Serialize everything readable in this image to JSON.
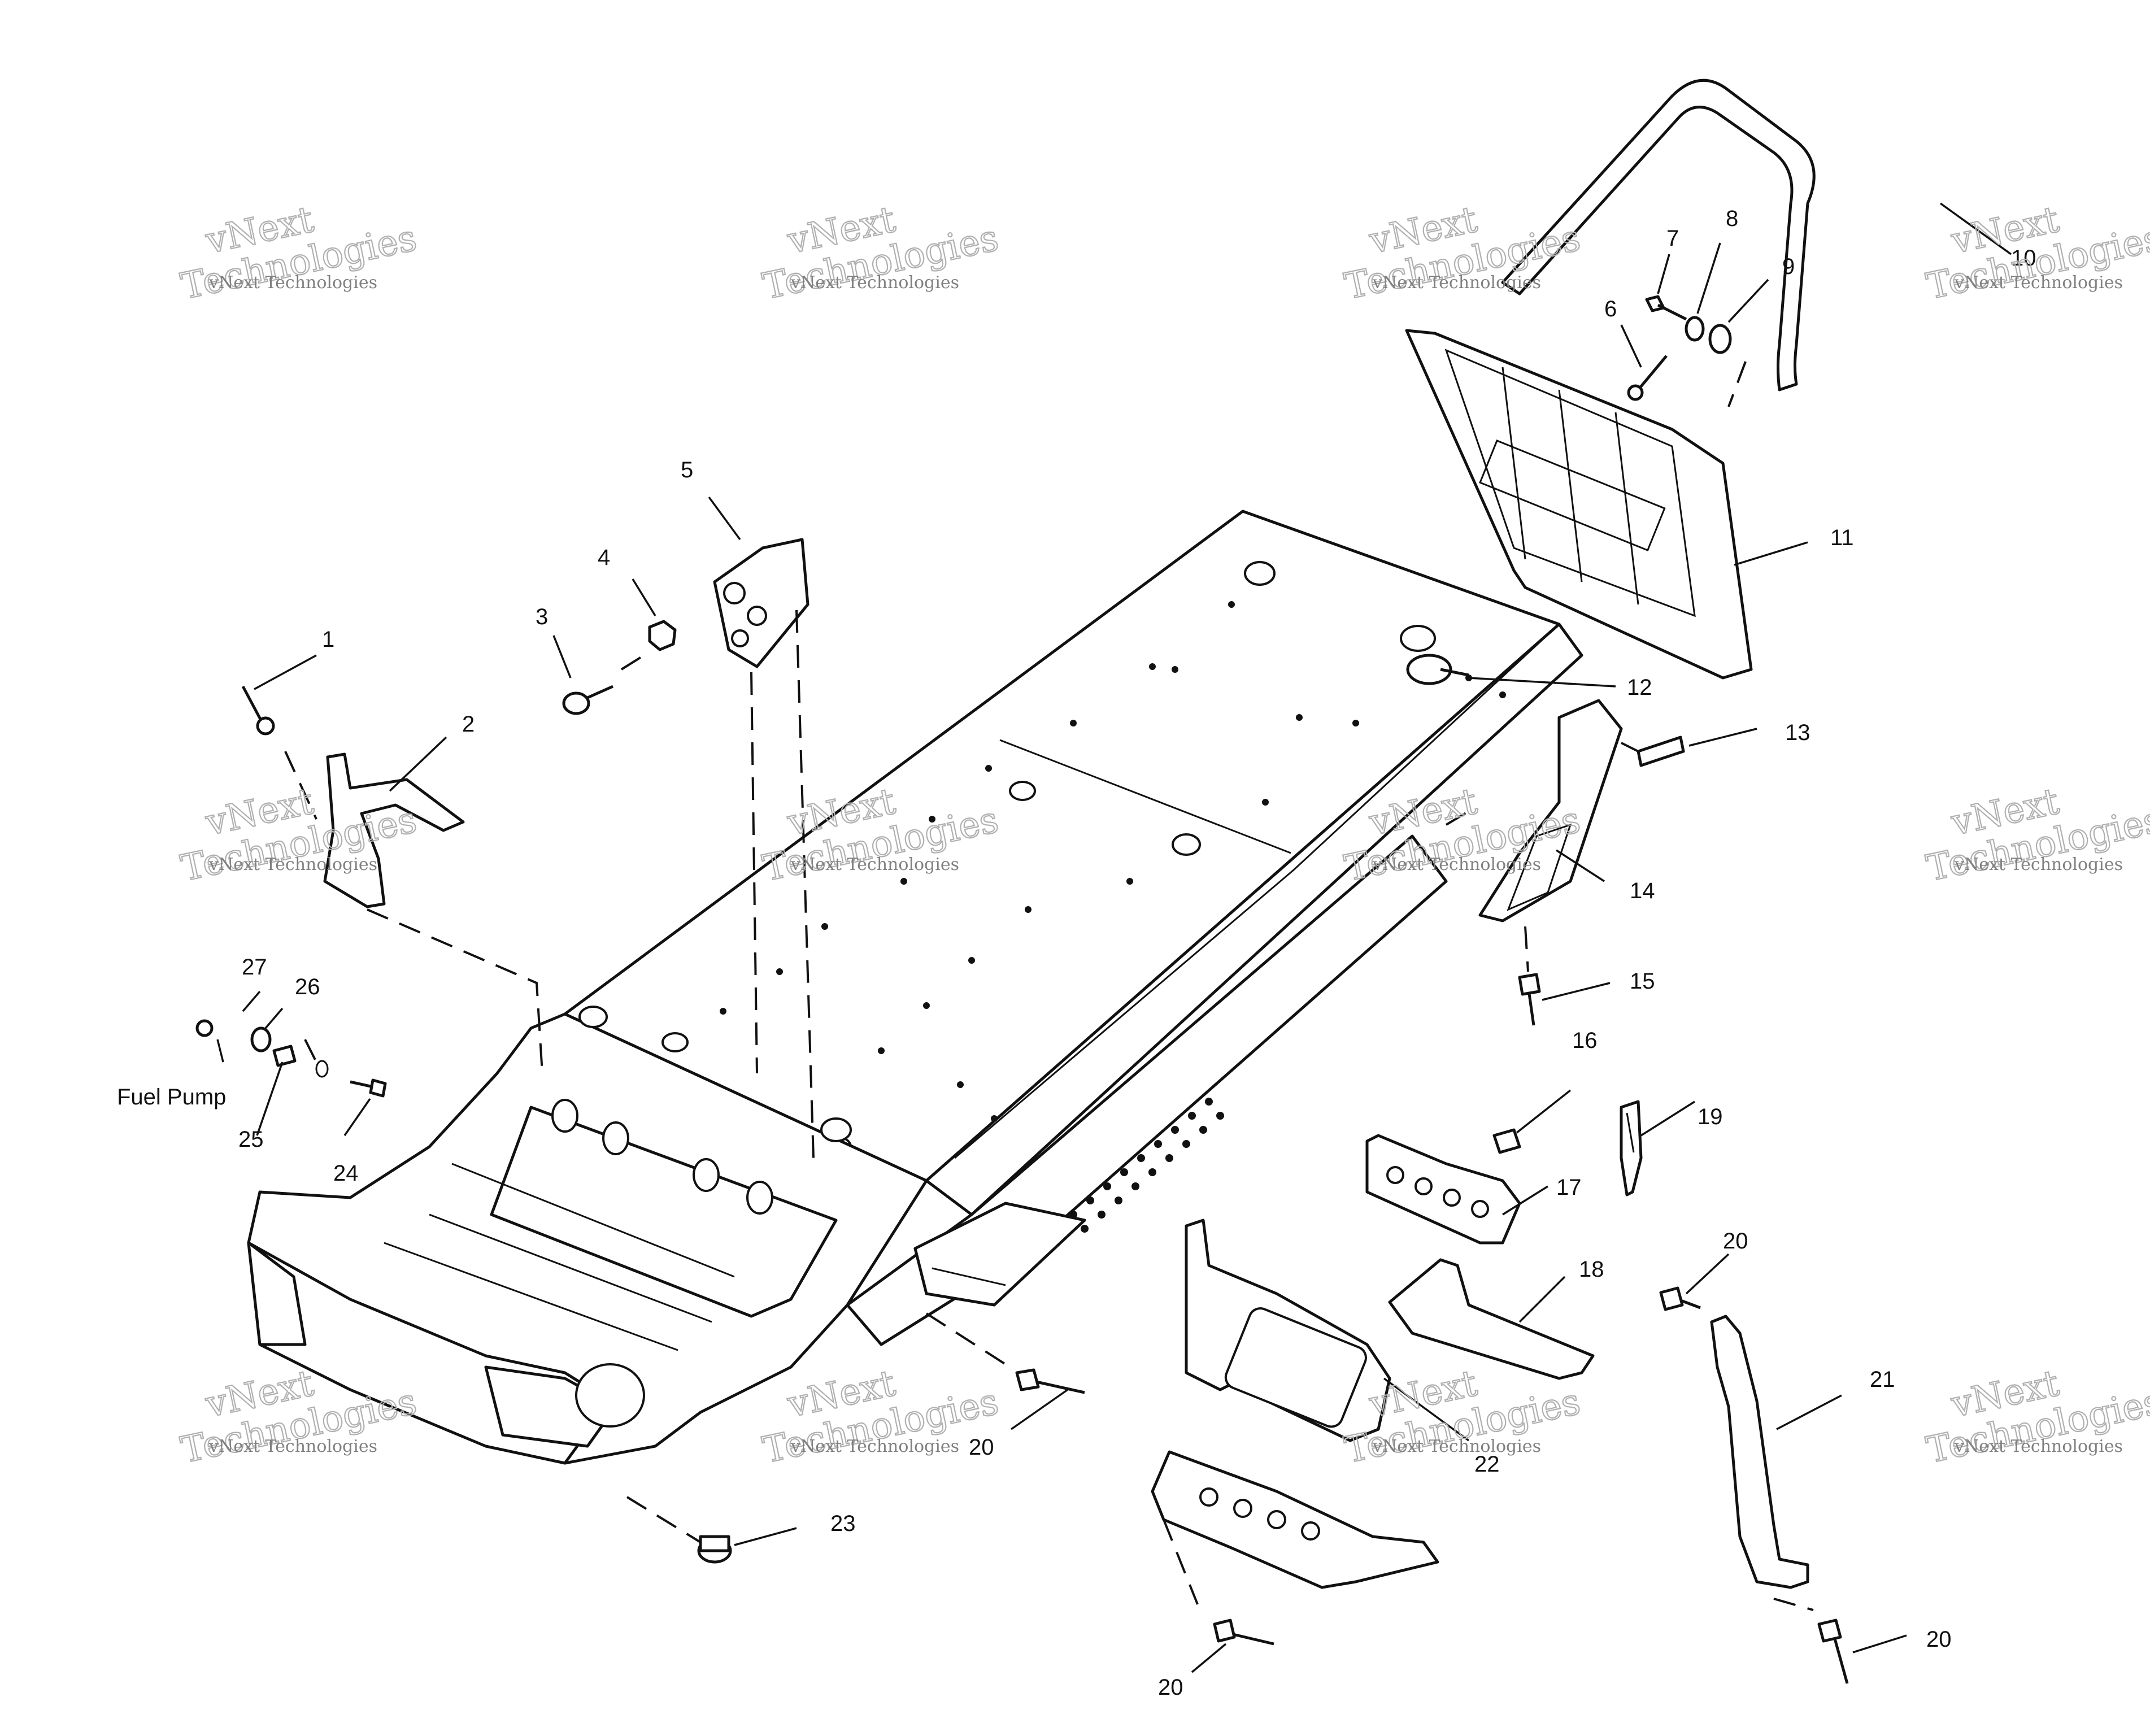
{
  "callouts": [
    {
      "id": "c1",
      "text": "1"
    },
    {
      "id": "c2",
      "text": "2"
    },
    {
      "id": "c3",
      "text": "3"
    },
    {
      "id": "c4",
      "text": "4"
    },
    {
      "id": "c5",
      "text": "5"
    },
    {
      "id": "c6",
      "text": "6"
    },
    {
      "id": "c7",
      "text": "7"
    },
    {
      "id": "c8",
      "text": "8"
    },
    {
      "id": "c9",
      "text": "9"
    },
    {
      "id": "c10",
      "text": "10"
    },
    {
      "id": "c11",
      "text": "11"
    },
    {
      "id": "c12",
      "text": "12"
    },
    {
      "id": "c13",
      "text": "13"
    },
    {
      "id": "c14",
      "text": "14"
    },
    {
      "id": "c15",
      "text": "15"
    },
    {
      "id": "c16",
      "text": "16"
    },
    {
      "id": "c17",
      "text": "17"
    },
    {
      "id": "c18",
      "text": "18"
    },
    {
      "id": "c19",
      "text": "19"
    },
    {
      "id": "c20a",
      "text": "20"
    },
    {
      "id": "c20b",
      "text": "20"
    },
    {
      "id": "c20c",
      "text": "20"
    },
    {
      "id": "c20d",
      "text": "20"
    },
    {
      "id": "c21",
      "text": "21"
    },
    {
      "id": "c22",
      "text": "22"
    },
    {
      "id": "c23",
      "text": "23"
    },
    {
      "id": "c24",
      "text": "24"
    },
    {
      "id": "c25",
      "text": "25"
    },
    {
      "id": "c26",
      "text": "26"
    },
    {
      "id": "c27",
      "text": "27"
    }
  ],
  "labels": {
    "fuel_pump": "Fuel Pump"
  },
  "watermark": {
    "line1": "vNext",
    "line2": "Technologies",
    "small": "vNext Technologies"
  }
}
